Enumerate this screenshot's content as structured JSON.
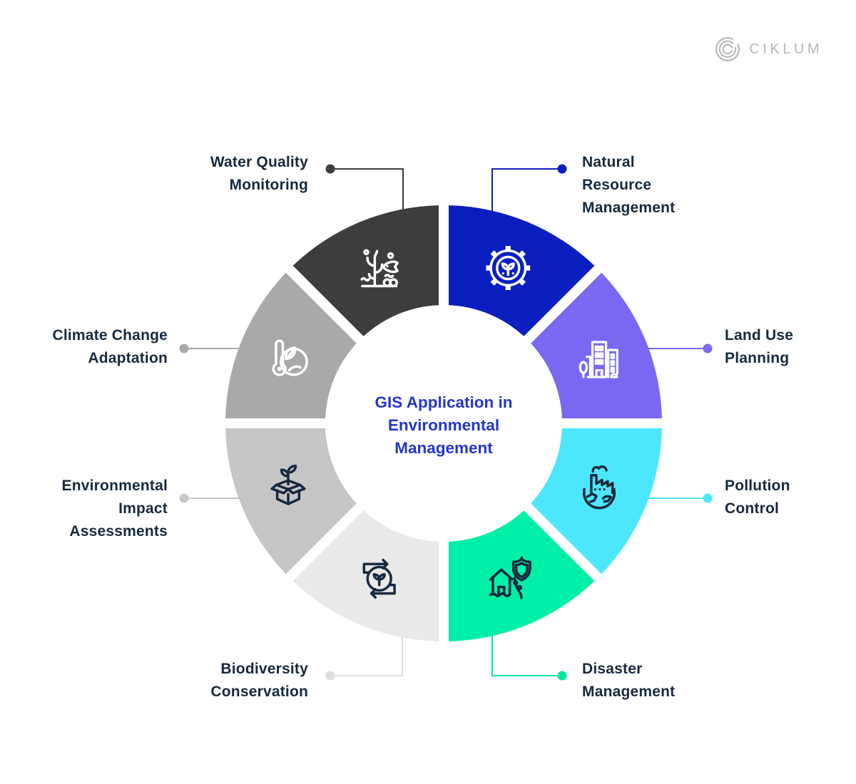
{
  "brand": {
    "name": "CIKLUM"
  },
  "center": {
    "title": "GIS Application in\nEnvironmental\nManagement",
    "title_color": "#2336c9"
  },
  "segments": [
    {
      "id": "natural-resource-management",
      "label": "Natural\nResource\nManagement",
      "color": "#0b1fc0",
      "connector_color": "#0b1fc0",
      "icon": "gear-leaf-icon",
      "icon_color": "#ffffff"
    },
    {
      "id": "land-use-planning",
      "label": "Land Use\nPlanning",
      "color": "#7a68f2",
      "connector_color": "#7a68f2",
      "icon": "buildings-icon",
      "icon_color": "#ffffff"
    },
    {
      "id": "pollution-control",
      "label": "Pollution\nControl",
      "color": "#4ce7fc",
      "connector_color": "#4ce7fc",
      "icon": "factory-globe-icon",
      "icon_color": "#17293e"
    },
    {
      "id": "disaster-management",
      "label": "Disaster\nManagement",
      "color": "#00efa6",
      "connector_color": "#00e8a0",
      "icon": "house-shield-icon",
      "icon_color": "#17293e"
    },
    {
      "id": "biodiversity-conservation",
      "label": "Biodiversity\nConservation",
      "color": "#e9e9e9",
      "connector_color": "#dcdcdc",
      "icon": "cycle-sprout-icon",
      "icon_color": "#17293e"
    },
    {
      "id": "environmental-impact-assessments",
      "label": "Environmental\nImpact\nAssessments",
      "color": "#c6c6c6",
      "connector_color": "#c6c6c6",
      "icon": "box-sprout-icon",
      "icon_color": "#17293e"
    },
    {
      "id": "climate-change-adaptation",
      "label": "Climate Change\nAdaptation",
      "color": "#a9a9a9",
      "connector_color": "#a9a9a9",
      "icon": "thermometer-globe-icon",
      "icon_color": "#ffffff"
    },
    {
      "id": "water-quality-monitoring",
      "label": "Water Quality\nMonitoring",
      "color": "#3d3d3d",
      "connector_color": "#3d3d3d",
      "icon": "fish-coral-icon",
      "icon_color": "#ffffff"
    }
  ]
}
